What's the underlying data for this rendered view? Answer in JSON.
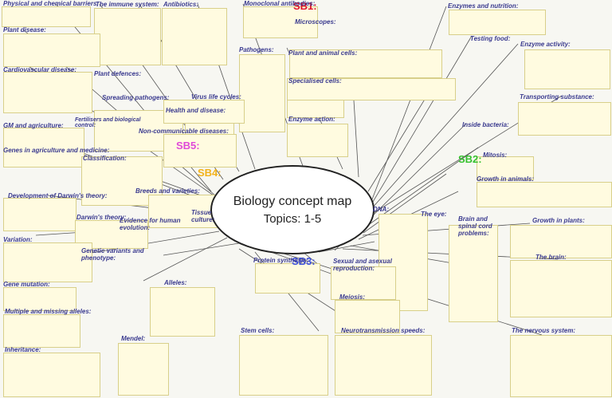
{
  "centre": {
    "title": "Biology concept map",
    "topics": "Topics: 1-5"
  },
  "strands": [
    {
      "label": "SB1:",
      "color": "#e0132a"
    },
    {
      "label": "SB2:",
      "color": "#35c12e"
    },
    {
      "label": "SB3:",
      "color": "#3c4fe0"
    },
    {
      "label": "SB4:",
      "color": "#f2b21b"
    },
    {
      "label": "SB5:",
      "color": "#e04ad8"
    }
  ],
  "topics": {
    "physical_barriers": "Physical and chemical barriers:",
    "immune": "The immune system:",
    "antibiotics": "Antibiotics:",
    "monoclonal": "Monoclonal antibodies:",
    "enzymes_nutrition": "Enzymes and nutrition:",
    "microscopes": "Microscopes:",
    "testing_food": "Testing food:",
    "plant_disease": "Plant disease:",
    "enzyme_activity": "Enzyme activity:",
    "pathogens": "Pathogens:",
    "plant_animal_cells": "Plant and animal cells:",
    "plant_defences": "Plant defences:",
    "cardiovascular": "Cardiovascular disease:",
    "spreading_pathogens": "Spreading pathogens:",
    "virus_cycles": "Virus life cycles:",
    "specialised_cells": "Specialised cells:",
    "transporting": "Transporting substance:",
    "health_disease": "Health and disease:",
    "gm_agriculture": "GM and agriculture:",
    "fertilisers": "Fertilisers and biological control:",
    "non_communicable": "Non-communicable diseases:",
    "enzyme_action": "Enzyme action:",
    "inside_bacteria": "Inside bacteria:",
    "genes_medicine": "Genes in agriculture and medicine:",
    "classification": "Classification:",
    "darwin": "Development of Darwin's theory:",
    "breeds": "Breeds and varieties:",
    "mitosis": "Mitosis:",
    "growth_animals": "Growth in animals:",
    "darwin_evidence": "Darwin's theory:",
    "tissue_culture": "Tissue culture:",
    "dna": "DNA:",
    "evidence_evolution": "Evidence for human evolution:",
    "variation": "Variation:",
    "genetic_variants": "Genetic variants and phenotype:",
    "eye": "The eye:",
    "brain_spinal": "Brain and spinal cord problems:",
    "growth_plants": "Growth in plants:",
    "protein_synthesis": "Protein synthesis:",
    "sexual_asexual": "Sexual and asexual reproduction:",
    "brain": "The brain:",
    "gene_mutation": "Gene mutation:",
    "alleles": "Alleles:",
    "meiosis": "Meiosis:",
    "multiple_alleles": "Multiple and missing alleles:",
    "mendel": "Mendel:",
    "nervous_system": "The nervous system:",
    "inheritance": "Inheritance:",
    "neurotransmission": "Neurotransmission speeds:",
    "stem_cells": "Stem cells:"
  }
}
